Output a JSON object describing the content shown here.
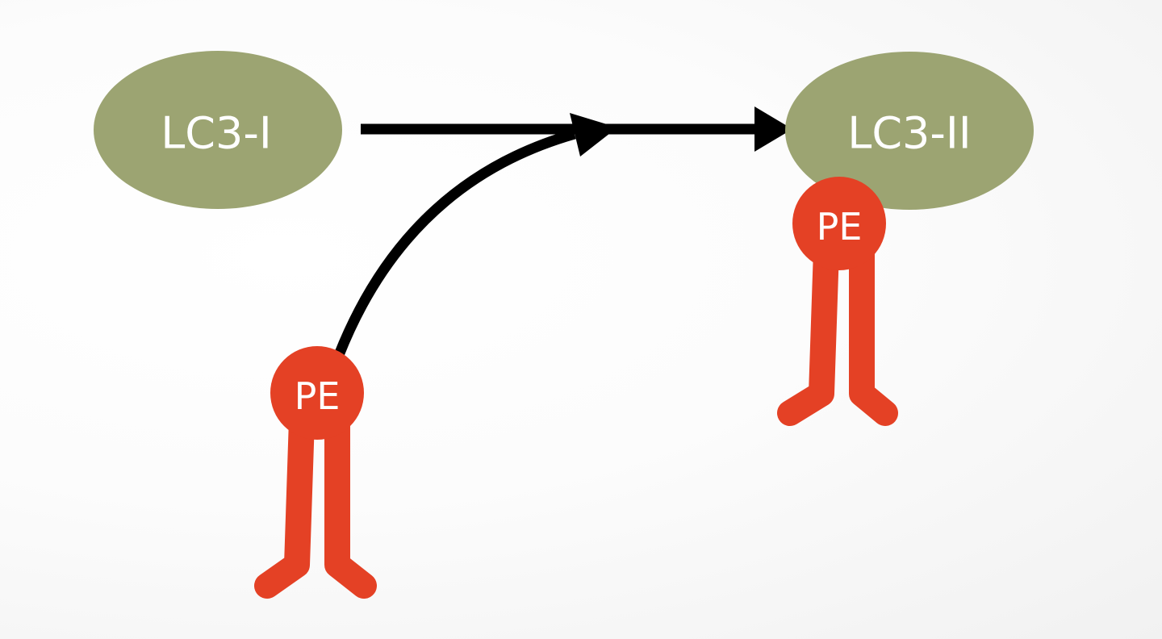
{
  "diagram": {
    "nodes": {
      "lc3_i": {
        "label": "LC3-I"
      },
      "lc3_ii": {
        "label": "LC3-II"
      },
      "pe_free": {
        "label": "PE"
      },
      "pe_bound": {
        "label": "PE"
      }
    },
    "colors": {
      "protein": "#9ca472",
      "lipid": "#e44125",
      "arrow": "#000000",
      "text": "#ffffff"
    }
  }
}
